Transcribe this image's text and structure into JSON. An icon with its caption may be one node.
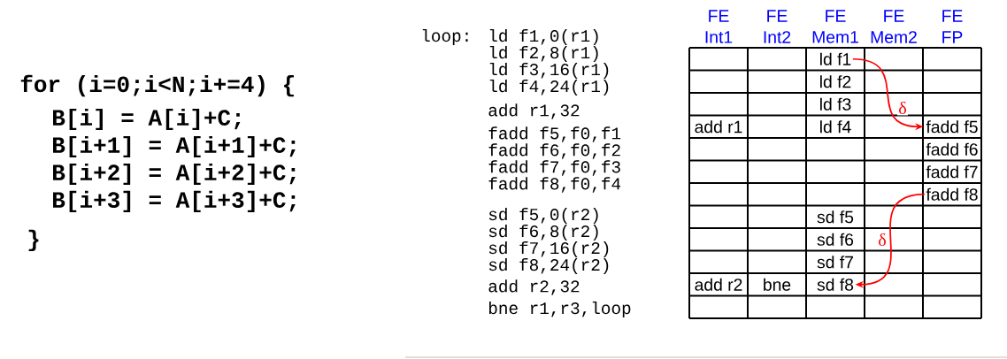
{
  "diagram": {
    "nodes": [
      {
        "text": [
          "ld f1"
        ]
      },
      {
        "text": [
          "fadd f5"
        ]
      },
      {
        "text": [
          "fadd f8"
        ]
      },
      {
        "text": [
          "sd f8"
        ]
      }
    ],
    "edges": [
      {
        "from": 0,
        "to": 1,
        "arrow": "to",
        "label": "δ"
      },
      {
        "from": 2,
        "to": 3,
        "arrow": "to",
        "label": "δ"
      }
    ],
    "labels": [
      "for (i=0;i<N;i+=4) {",
      "B[i] = A[i]+C;",
      "B[i+1] = A[i+1]+C;",
      "B[i+2] = A[i+2]+C;",
      "B[i+3] = A[i+3]+C;",
      "}",
      "loop:",
      "ld f1,0(r1)",
      "ld f2,8(r1)",
      "ld f3,16(r1)",
      "ld f4,24(r1)",
      "add r1,32",
      "fadd f5,f0,f1",
      "fadd f6,f0,f2",
      "fadd f7,f0,f3",
      "fadd f8,f0,f4",
      "sd f5,0(r2)",
      "sd f6,8(r2)",
      "sd f7,16(r2)",
      "sd f8,24(r2)",
      "add r2,32",
      "bne r1,r3,loop",
      "FE",
      "FE",
      "FE",
      "FE",
      "FE",
      "Int1",
      "Int2",
      "Mem1",
      "Mem2",
      "FP",
      "ld f2",
      "ld f3",
      "add r1",
      "ld f4",
      "fadd f6",
      "fadd f7",
      "sd f5",
      "sd f6",
      "sd f7",
      "add r2",
      "bne"
    ]
  }
}
